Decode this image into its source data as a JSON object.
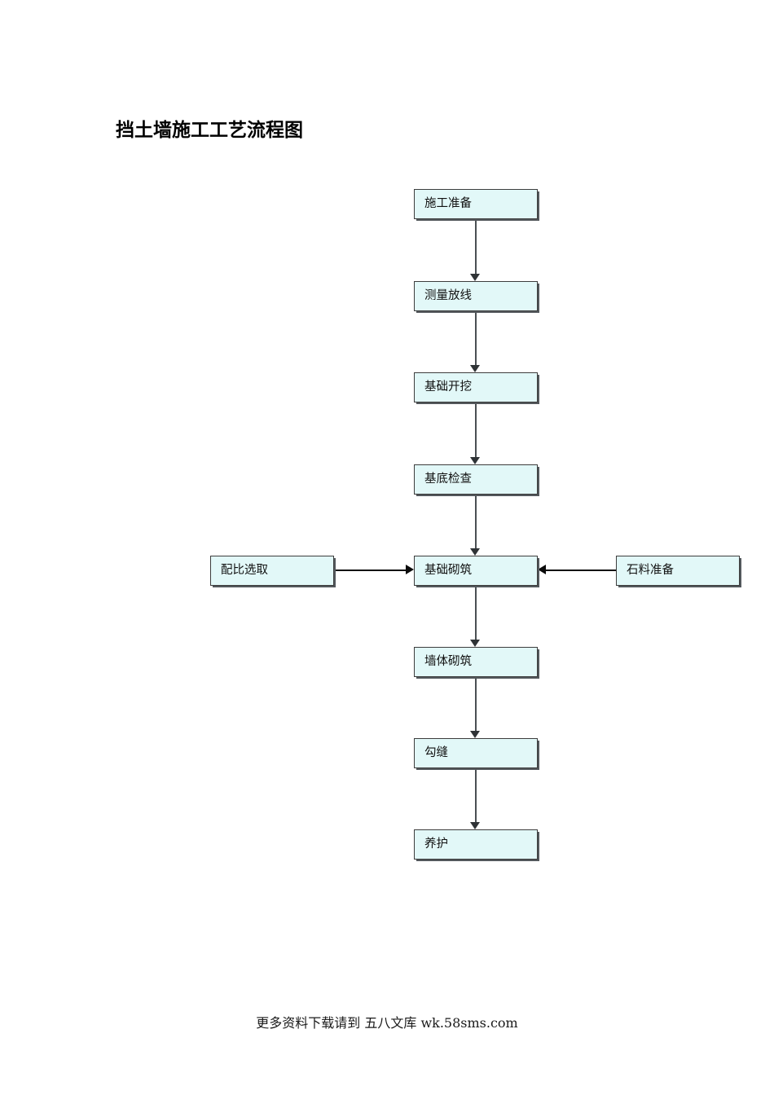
{
  "document": {
    "title": "挡土墙施工工艺流程图",
    "footer_text": "更多资料下载请到 五八文库 wk.58sms.com"
  },
  "theme": {
    "node_fill": "#e2f8f8",
    "node_border": "#3d3d3d",
    "node_shadow": "#53585c",
    "connector_vertical": "#4a4f53",
    "connector_horizontal": "#111111",
    "page_background": "#ffffff",
    "text_color": "#111111"
  },
  "chart_data": {
    "type": "flowchart",
    "title": "挡土墙施工工艺流程图",
    "orientation": "top-to-bottom",
    "nodes": [
      {
        "id": "n1",
        "label": "施工准备",
        "column": "center",
        "row": 1
      },
      {
        "id": "n2",
        "label": "测量放线",
        "column": "center",
        "row": 2
      },
      {
        "id": "n3",
        "label": "基础开挖",
        "column": "center",
        "row": 3
      },
      {
        "id": "n4",
        "label": "基底检查",
        "column": "center",
        "row": 4
      },
      {
        "id": "n5l",
        "label": "配比选取",
        "column": "left",
        "row": 5
      },
      {
        "id": "n5",
        "label": "基础砌筑",
        "column": "center",
        "row": 5
      },
      {
        "id": "n5r",
        "label": "石料准备",
        "column": "right",
        "row": 5
      },
      {
        "id": "n6",
        "label": "墙体砌筑",
        "column": "center",
        "row": 6
      },
      {
        "id": "n7",
        "label": "勾缝",
        "column": "center",
        "row": 7
      },
      {
        "id": "n8",
        "label": "养护",
        "column": "center",
        "row": 8
      }
    ],
    "edges": [
      {
        "from": "n1",
        "to": "n2",
        "direction": "down"
      },
      {
        "from": "n2",
        "to": "n3",
        "direction": "down"
      },
      {
        "from": "n3",
        "to": "n4",
        "direction": "down"
      },
      {
        "from": "n4",
        "to": "n5",
        "direction": "down"
      },
      {
        "from": "n5l",
        "to": "n5",
        "direction": "right"
      },
      {
        "from": "n5r",
        "to": "n5",
        "direction": "left"
      },
      {
        "from": "n5",
        "to": "n6",
        "direction": "down"
      },
      {
        "from": "n6",
        "to": "n7",
        "direction": "down"
      },
      {
        "from": "n7",
        "to": "n8",
        "direction": "down"
      }
    ]
  }
}
